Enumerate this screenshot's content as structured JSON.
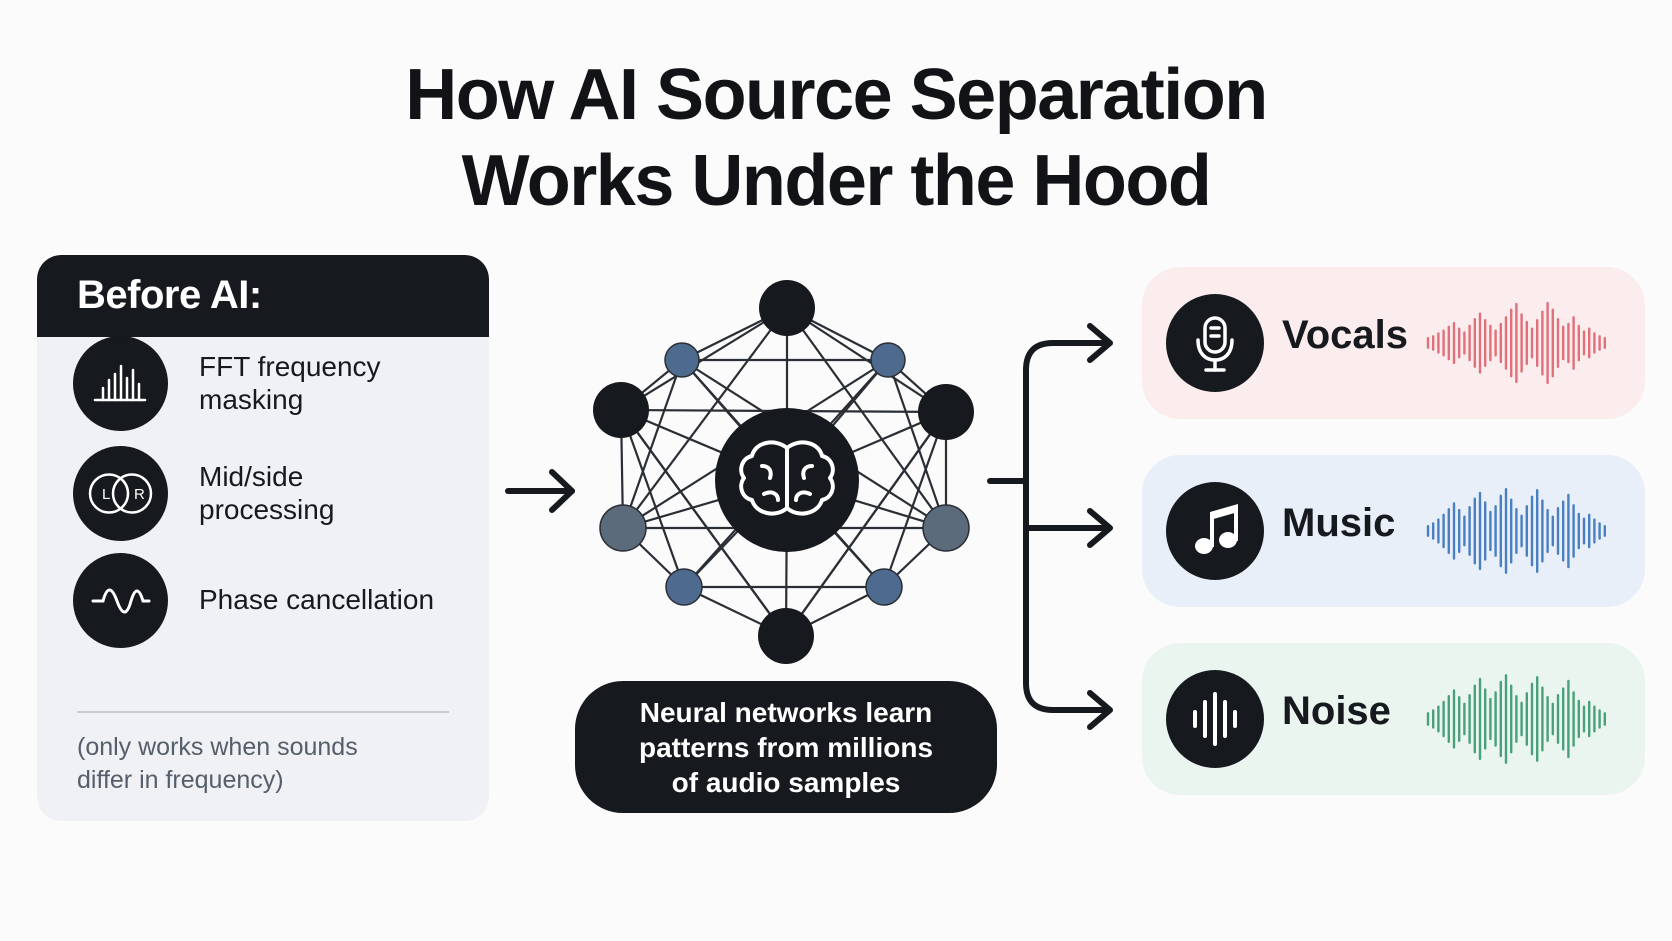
{
  "title": {
    "line1": "How AI Source Separation",
    "line2": "Works Under the Hood"
  },
  "before": {
    "heading": "Before AI:",
    "methods": [
      {
        "label_line1": "FFT frequency",
        "label_line2": "masking",
        "icon": "bar-spectrum-icon"
      },
      {
        "label_line1": "Mid/side",
        "label_line2": "processing",
        "icon": "lr-circles-icon",
        "icon_text_left": "L",
        "icon_text_right": "R"
      },
      {
        "label_line1": "Phase cancellation",
        "label_line2": "",
        "icon": "sine-wave-icon"
      }
    ],
    "note_line1": "(only works when sounds",
    "note_line2": "differ in frequency)"
  },
  "network": {
    "center_icon": "brain-icon",
    "caption_line1": "Neural networks learn",
    "caption_line2": "patterns from millions",
    "caption_line3": "of audio samples",
    "colors": {
      "dark_node": "#16191d",
      "mid_node": "#5b6b7c",
      "light_node": "#4e6a8e",
      "edge": "#2a2e35"
    }
  },
  "outputs": [
    {
      "label": "Vocals",
      "icon": "microphone-icon",
      "card_color": "#fbeced",
      "wave_color": "#e0707a"
    },
    {
      "label": "Music",
      "icon": "music-note-icon",
      "card_color": "#e8eff9",
      "wave_color": "#4a80c0"
    },
    {
      "label": "Noise",
      "icon": "noise-bars-icon",
      "card_color": "#ebf5ef",
      "wave_color": "#4aa07a"
    }
  ]
}
